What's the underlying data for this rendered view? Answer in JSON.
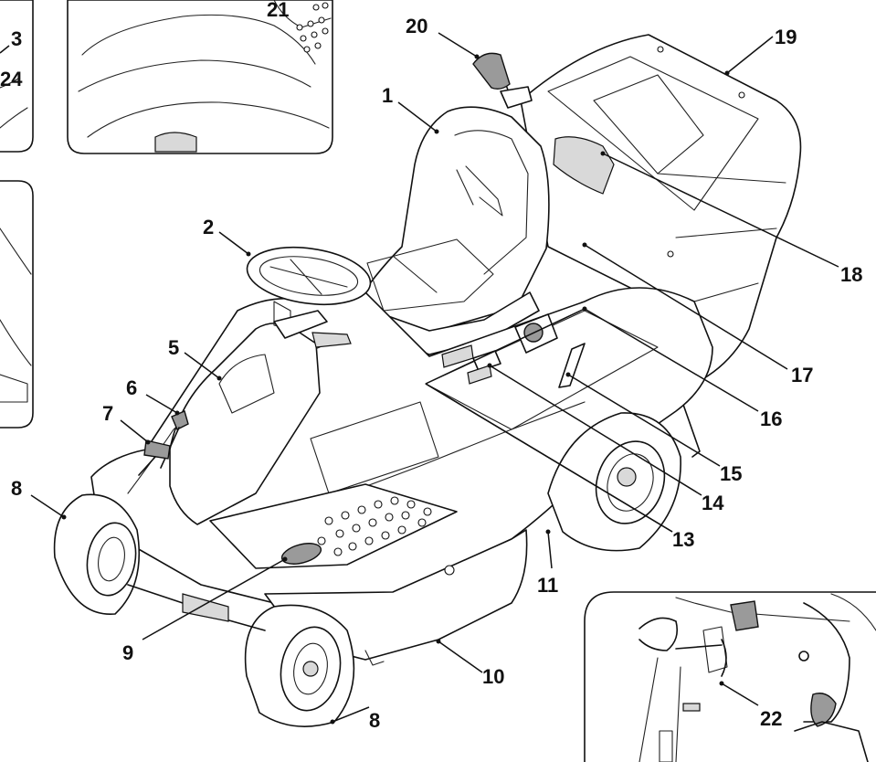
{
  "callouts": [
    {
      "id": "c1",
      "text": "1"
    },
    {
      "id": "c2",
      "text": "2"
    },
    {
      "id": "c3",
      "text": "3"
    },
    {
      "id": "c5",
      "text": "5"
    },
    {
      "id": "c6",
      "text": "6"
    },
    {
      "id": "c7",
      "text": "7"
    },
    {
      "id": "c8a",
      "text": "8"
    },
    {
      "id": "c8b",
      "text": "8"
    },
    {
      "id": "c9",
      "text": "9"
    },
    {
      "id": "c10",
      "text": "10"
    },
    {
      "id": "c11",
      "text": "11"
    },
    {
      "id": "c13",
      "text": "13"
    },
    {
      "id": "c14",
      "text": "14"
    },
    {
      "id": "c15",
      "text": "15"
    },
    {
      "id": "c16",
      "text": "16"
    },
    {
      "id": "c17",
      "text": "17"
    },
    {
      "id": "c18",
      "text": "18"
    },
    {
      "id": "c19",
      "text": "19"
    },
    {
      "id": "c20",
      "text": "20"
    },
    {
      "id": "c21",
      "text": "21"
    },
    {
      "id": "c22",
      "text": "22"
    },
    {
      "id": "c24",
      "text": "24"
    }
  ]
}
